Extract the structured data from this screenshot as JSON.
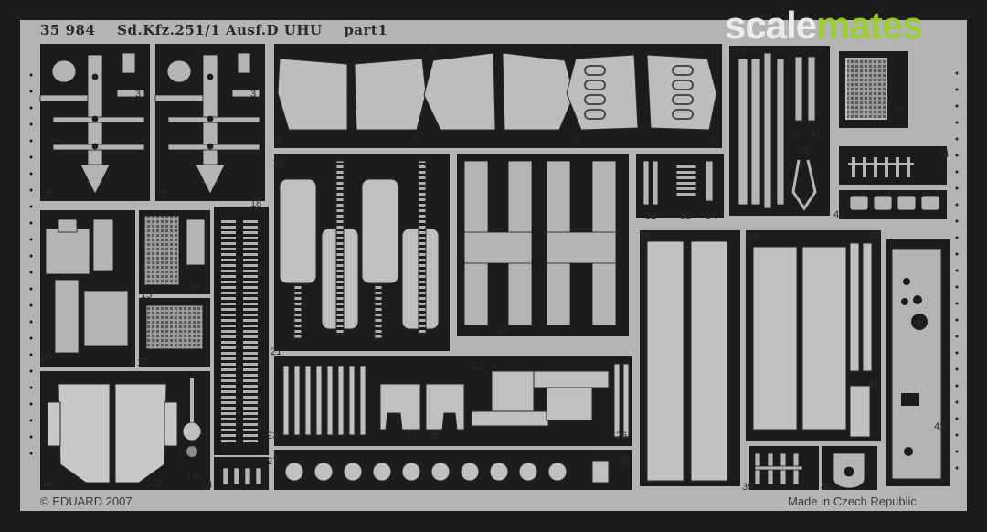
{
  "header": {
    "catalog_no": "35 984",
    "vehicle": "Sd.Kfz.251/1 Ausf.D UHU",
    "part": "part1"
  },
  "footer": {
    "copyright": "© EDUARD 2007",
    "origin": "Made in Czech Republic"
  },
  "watermark": {
    "part1": "scale",
    "part2": "mates",
    "color_light": "#f1f1f1",
    "color_green": "#9bd12a"
  },
  "colors": {
    "fret_metal": "#b4b4b4",
    "background": "#1c1c1c"
  },
  "part_numbers": {
    "p2a": "2",
    "p2b": "2",
    "p3a": "3",
    "p3b": "3",
    "p4": "4",
    "p5": "5",
    "p6": "6",
    "p7": "7",
    "p8": "8",
    "p9": "9",
    "p10": "10",
    "p11": "11",
    "p12": "12",
    "p13": "13",
    "p14": "14",
    "p15": "15",
    "p16": "16",
    "p17": "17",
    "p18": "18",
    "p19": "19",
    "p20": "20",
    "p21": "21",
    "p22": "22",
    "p23": "23",
    "p24": "24",
    "p25": "25",
    "p26": "26",
    "p27": "27",
    "p28": "28",
    "p29": "29",
    "p30": "30",
    "p31": "31",
    "p32": "32",
    "p33": "33",
    "p34": "34",
    "p35": "35",
    "p36": "36",
    "p37": "37",
    "p38": "38",
    "p39": "39",
    "p40": "40",
    "p41": "41",
    "p42": "42",
    "p43": "43",
    "p44": "44",
    "p45": "45"
  }
}
